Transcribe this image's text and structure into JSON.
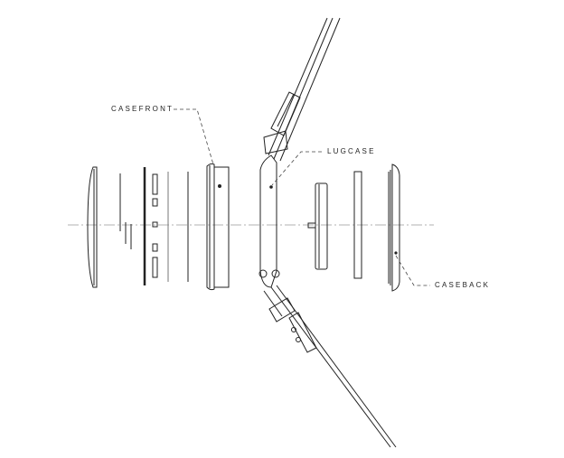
{
  "labels": {
    "casefront": "CASEFRONT",
    "lugcase": "LUGCASE",
    "caseback": "CASEBACK"
  },
  "colors": {
    "line": "#222222",
    "background": "#ffffff"
  }
}
